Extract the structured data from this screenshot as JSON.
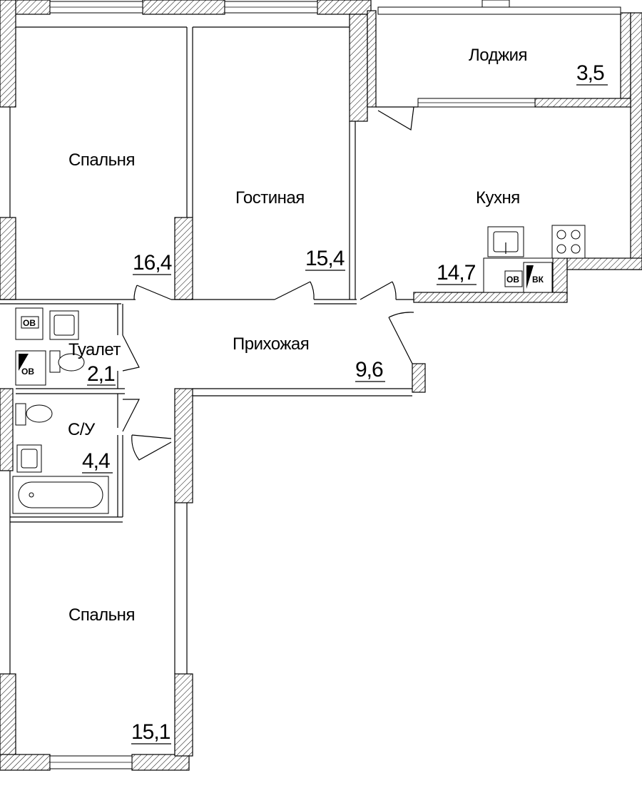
{
  "rooms": {
    "bedroom1": {
      "name": "Спальня",
      "area": "16,4"
    },
    "living": {
      "name": "Гостиная",
      "area": "15,4"
    },
    "loggia": {
      "name": "Лоджия",
      "area": "3,5"
    },
    "kitchen": {
      "name": "Кухня",
      "area": "14,7"
    },
    "hall": {
      "name": "Прихожая",
      "area": "9,6"
    },
    "toilet": {
      "name": "Туалет",
      "area": "2,1"
    },
    "bathroom": {
      "name": "С/У",
      "area": "4,4"
    },
    "bedroom2": {
      "name": "Спальня",
      "area": "15,1"
    }
  },
  "shafts": {
    "ov_top": "ОВ",
    "ov_bottom": "ОВ",
    "kitchen_ov": "ОВ",
    "kitchen_vk": "ВК"
  }
}
